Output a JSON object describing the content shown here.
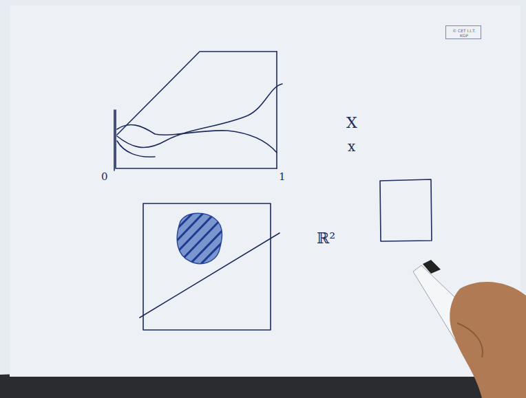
{
  "diagram": {
    "nodes": [
      {
        "text": [
          "© CET I.I.T. KGP"
        ]
      }
    ],
    "labels": [
      "0",
      "1",
      "X",
      "x",
      "ℝ²"
    ]
  }
}
